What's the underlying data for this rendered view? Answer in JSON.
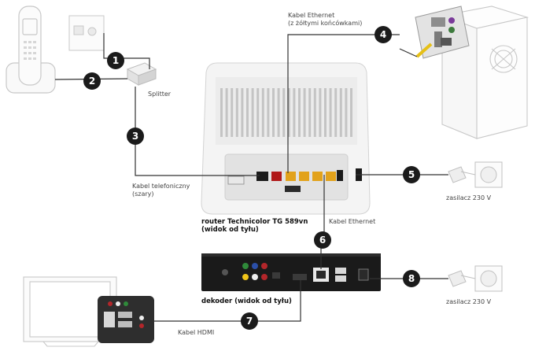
{
  "labels": {
    "ethernet_top_line1": "Kabel Ethernet",
    "ethernet_top_line2": "(z żółtymi końcówkami)",
    "splitter": "Splitter",
    "phone_cable_line1": "Kabel telefoniczny",
    "phone_cable_line2": "(szary)",
    "router_line1": "router Technicolor TG 589vn",
    "router_line2": "(widok od tyłu)",
    "ethernet_bottom": "Kabel Ethernet",
    "power_top": "zasilacz 230 V",
    "decoder": "dekoder (widok od tyłu)",
    "power_bottom": "zasilacz 230 V",
    "hdmi_cable": "Kabel HDMI"
  },
  "steps": [
    "1",
    "2",
    "3",
    "4",
    "5",
    "6",
    "7",
    "8"
  ],
  "colors": {
    "badge": "#1b1b1b",
    "cable": "#333333",
    "outline": "#c8c8c8",
    "port_red": "#b01818",
    "port_yellow": "#e2a21b",
    "device_black": "#1a1a1a"
  }
}
